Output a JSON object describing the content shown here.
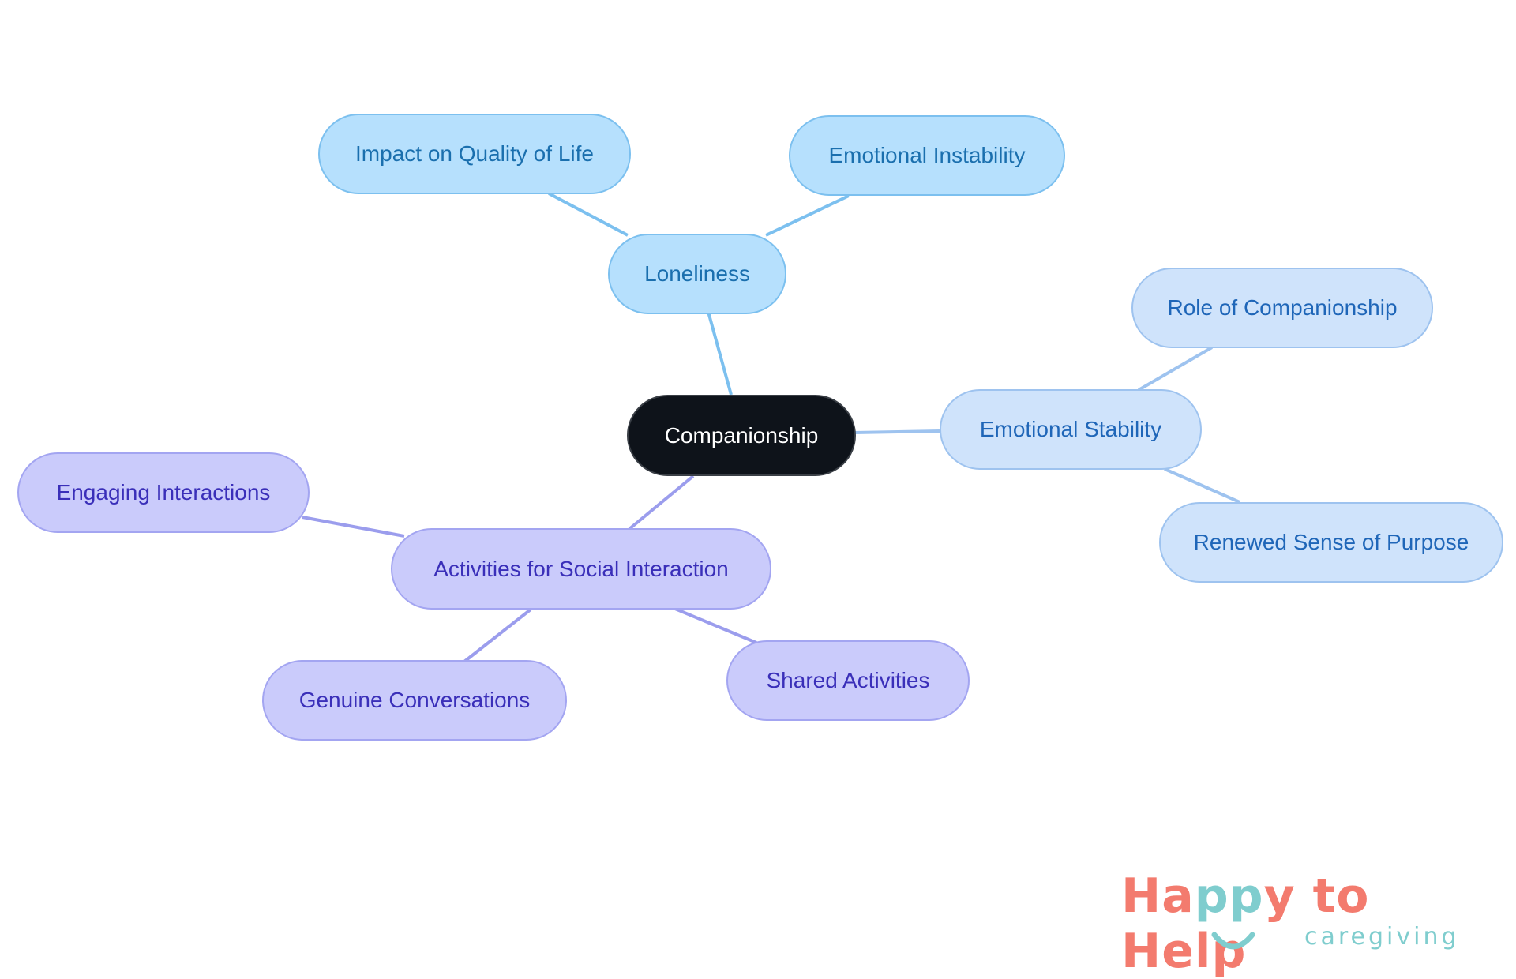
{
  "diagram": {
    "type": "mind-map",
    "root": {
      "label": "Companionship"
    },
    "branches": [
      {
        "label": "Loneliness",
        "children": [
          "Impact on Quality of Life",
          "Emotional Instability"
        ]
      },
      {
        "label": "Emotional Stability",
        "children": [
          "Role of Companionship",
          "Renewed Sense of Purpose"
        ]
      },
      {
        "label": "Activities for Social Interaction",
        "children": [
          "Engaging Interactions",
          "Genuine Conversations",
          "Shared Activities"
        ]
      }
    ],
    "colors": {
      "root_fill": "#0e131a",
      "loneliness_fill": "#b6e0fd",
      "stability_fill": "#cfe3fb",
      "activities_fill": "#cacbfb",
      "loneliness_edge": "#7cc0ef",
      "stability_edge": "#9ec3ef",
      "activities_edge": "#9b9ded"
    }
  },
  "logo": {
    "text_main_1": "Ha",
    "text_main_pp": "pp",
    "text_main_2": "y to Help",
    "text_sub": "caregiving",
    "color_main": "#f37b6e",
    "color_accent": "#7fcdce"
  }
}
